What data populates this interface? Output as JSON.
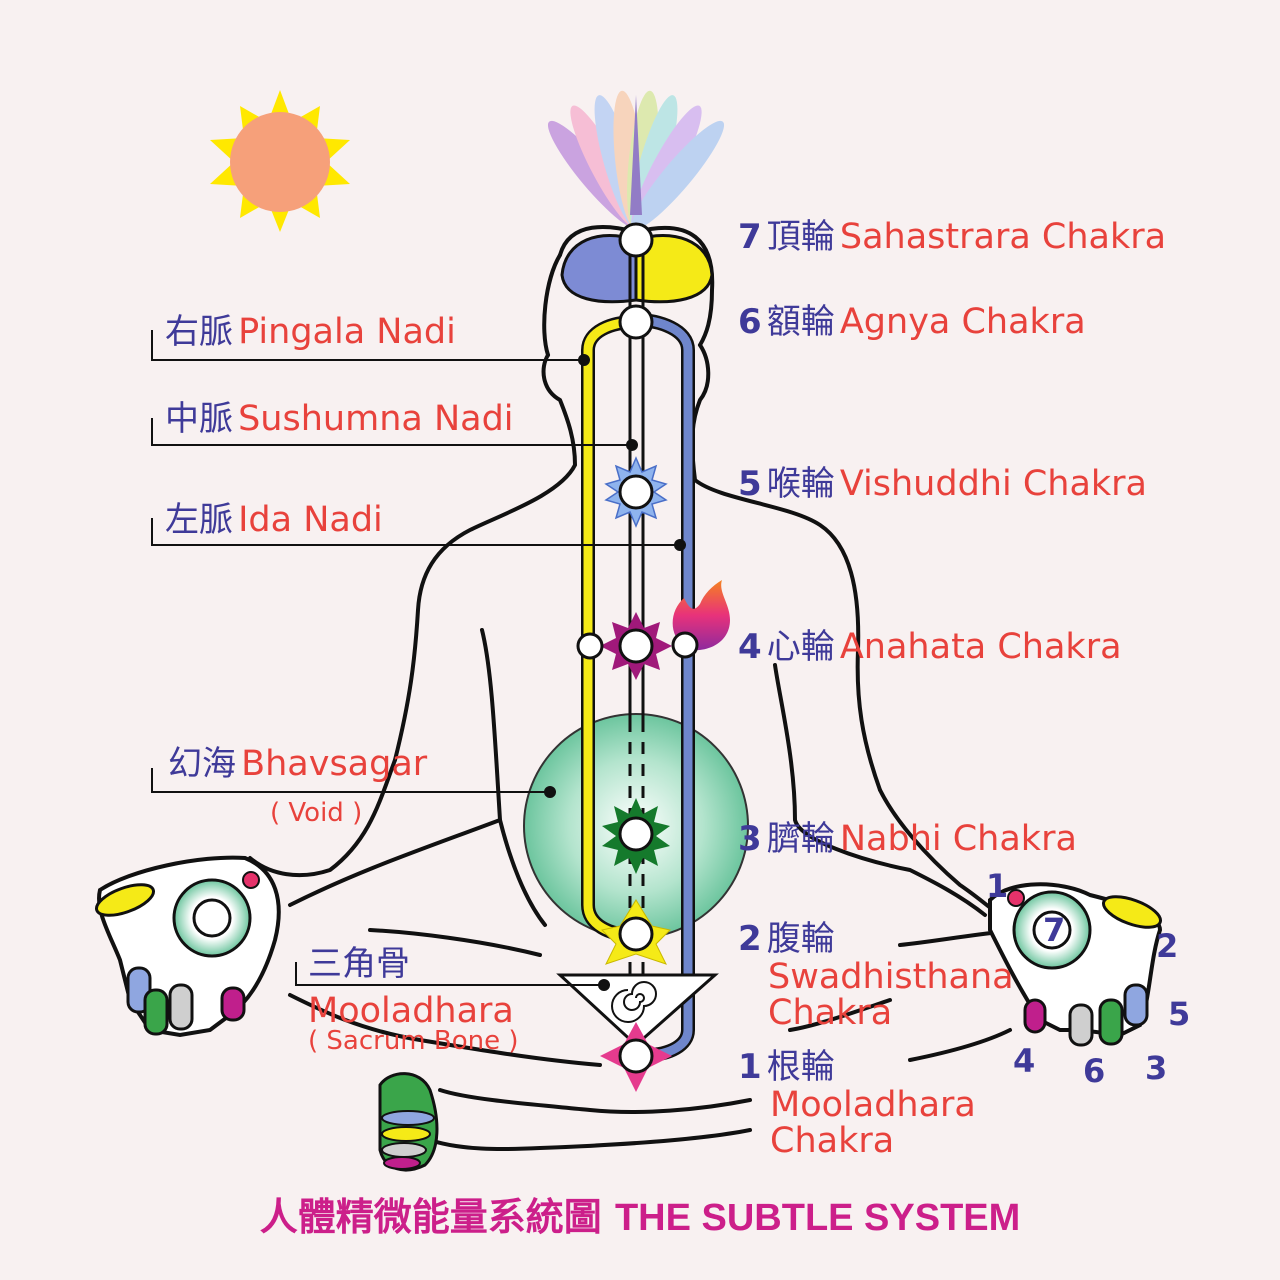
{
  "title": {
    "chinese": "人體精微能量系統圖",
    "english": "THE SUBTLE SYSTEM"
  },
  "chakras": [
    {
      "number": "7",
      "chinese": "頂輪",
      "english": "Sahastrara Chakra"
    },
    {
      "number": "6",
      "chinese": "額輪",
      "english": "Agnya Chakra"
    },
    {
      "number": "5",
      "chinese": "喉輪",
      "english": "Vishuddhi Chakra"
    },
    {
      "number": "4",
      "chinese": "心輪",
      "english": "Anahata Chakra"
    },
    {
      "number": "3",
      "chinese": "臍輪",
      "english": "Nabhi Chakra"
    },
    {
      "number": "2",
      "chinese": "腹輪",
      "english_line1": "Swadhisthana",
      "english_line2": "Chakra"
    },
    {
      "number": "1",
      "chinese": "根輪",
      "english_line1": "Mooladhara",
      "english_line2": "Chakra"
    }
  ],
  "nadis": [
    {
      "chinese": "右脈",
      "english": "Pingala Nadi"
    },
    {
      "chinese": "中脈",
      "english": "Sushumna Nadi"
    },
    {
      "chinese": "左脈",
      "english": "Ida Nadi"
    }
  ],
  "bhavsagar": {
    "chinese": "幻海",
    "english": "Bhavsagar",
    "sub": "( Void )"
  },
  "sacrum": {
    "chinese": "三角骨",
    "english": "Mooladhara",
    "sub": "( Sacrum Bone )"
  },
  "right_hand_numbers": [
    "1",
    "7",
    "2",
    "5",
    "4",
    "6",
    "3"
  ],
  "colors": {
    "background": "#f8f1f1",
    "label_blue": "#3f3a99",
    "label_red": "#e8423c",
    "title_magenta": "#cc1f8a",
    "left_channel_yellow": "#f5ea17",
    "right_channel_blue": "#6f86cc",
    "void_green": "#8fd3b4",
    "sun_orange": "#f6a07a",
    "sun_rays": "#ffe800"
  }
}
